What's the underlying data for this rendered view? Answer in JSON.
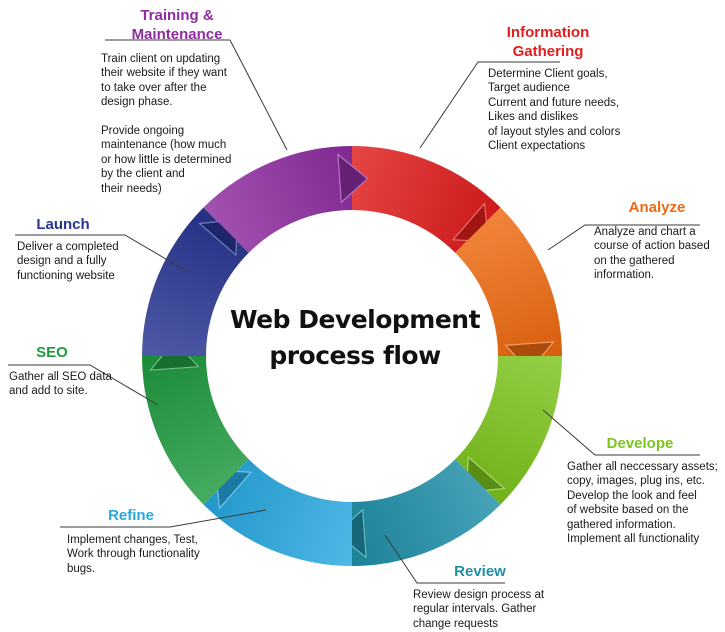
{
  "center": {
    "line1": "Web Development",
    "line2": "process flow"
  },
  "stages": [
    {
      "id": "information-gathering",
      "title": "Information\nGathering",
      "color": "#e11d1d",
      "description": "Determine Client goals,\nTarget audience\nCurrent and future needs,\nLikes and dislikes\nof layout styles and colors\nClient expectations"
    },
    {
      "id": "analyze",
      "title": "Analyze",
      "color": "#ef6a10",
      "description": "Analyze and chart a\ncourse of action based\non the gathered\ninformation."
    },
    {
      "id": "develope",
      "title": "Develope",
      "color": "#7cc51c",
      "description": "Gather all neccessary assets;\ncopy, images, plug ins, etc.\nDevelop the look and feel\nof website based on the\ngathered information.\nImplement all functionality"
    },
    {
      "id": "review",
      "title": "Review",
      "color": "#1e8fa8",
      "description": "Review design process at\nregular intervals. Gather\nchange requests"
    },
    {
      "id": "refine",
      "title": "Refine",
      "color": "#27a8e0",
      "description": "Implement changes, Test,\nWork through functionality\nbugs."
    },
    {
      "id": "seo",
      "title": "SEO",
      "color": "#1e9a3e",
      "description": "Gather all SEO data\nand add to site."
    },
    {
      "id": "launch",
      "title": "Launch",
      "color": "#283593",
      "description": "Deliver a completed\ndesign and a fully\nfunctioning website"
    },
    {
      "id": "training-maintenance",
      "title": "Training &\nMaintenance",
      "color": "#8e2ca0",
      "description": "Train client on updating\ntheir website if they want\nto take over after the\ndesign phase.\n\nProvide ongoing\nmaintenance (how much\nor how little is determined\nby the client and\ntheir needs)"
    }
  ]
}
